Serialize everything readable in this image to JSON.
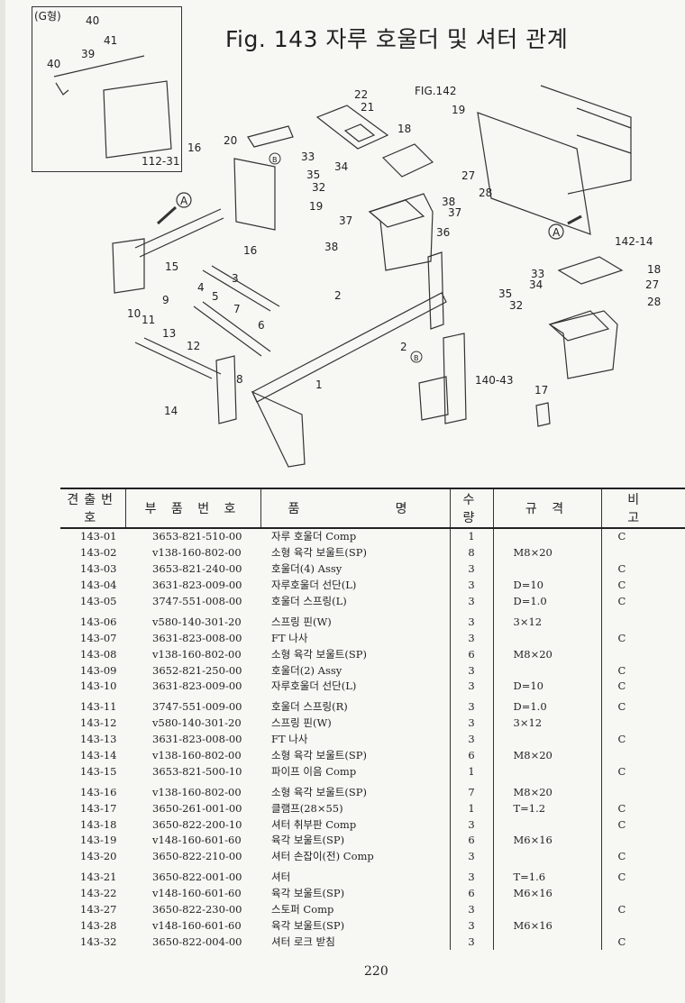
{
  "figure": {
    "title": "Fig. 143  자루 호울더 및 셔터 관계",
    "inset_label": "(G형)",
    "callouts": {
      "c40a": "40",
      "c41": "41",
      "c39": "39",
      "c40b": "40",
      "c112": "112-31",
      "c22": "22",
      "c21": "21",
      "fig142": "FIG.142",
      "c19a": "19",
      "c18a": "18",
      "c20": "20",
      "c16a": "16",
      "c33a": "33",
      "c34a": "34",
      "c35a": "35",
      "c32a": "32",
      "c27a": "27",
      "c28a": "28",
      "c19b": "19",
      "c38a": "38",
      "c37a": "37",
      "c37b": "37",
      "c36": "36",
      "c38b": "38",
      "c16b": "16",
      "c15": "15",
      "cA1": "A",
      "cA2": "A",
      "c142": "142-14",
      "c18b": "18",
      "c33b": "33",
      "c34b": "34",
      "c35b": "35",
      "c32b": "32",
      "c27b": "27",
      "c28b": "28",
      "c3": "3",
      "c4": "4",
      "c5": "5",
      "c7": "7",
      "c6": "6",
      "c9": "9",
      "c10": "10",
      "c11": "11",
      "c13": "13",
      "c12": "12",
      "c2a": "2",
      "c2b": "2",
      "c8": "8",
      "c1": "1",
      "c14": "14",
      "c140": "140-43",
      "c17": "17",
      "cB1": "B",
      "cB2": "B"
    }
  },
  "table": {
    "headers": {
      "no": "견출번호",
      "part": "부 품 번 호",
      "name_a": "품",
      "name_b": "명",
      "qty": "수 량",
      "spec": "규 격",
      "remark": "비 고"
    },
    "rows": [
      {
        "no": "143-01",
        "part": "3653-821-510-00",
        "name": "자루 호울더 Comp",
        "qty": "1",
        "spec": "",
        "remark": "C"
      },
      {
        "no": "143-02",
        "part": "v138-160-802-00",
        "name": "소형 육각 보울트(SP)",
        "qty": "8",
        "spec": "M8×20",
        "remark": ""
      },
      {
        "no": "143-03",
        "part": "3653-821-240-00",
        "name": "호울더(4) Assy",
        "qty": "3",
        "spec": "",
        "remark": "C"
      },
      {
        "no": "143-04",
        "part": "3631-823-009-00",
        "name": "자루호울더 선단(L)",
        "qty": "3",
        "spec": "D=10",
        "remark": "C"
      },
      {
        "no": "143-05",
        "part": "3747-551-008-00",
        "name": "호울더 스프링(L)",
        "qty": "3",
        "spec": "D=1.0",
        "remark": "C"
      },
      {
        "no": "143-06",
        "part": "v580-140-301-20",
        "name": "스프링 핀(W)",
        "qty": "3",
        "spec": "3×12",
        "remark": ""
      },
      {
        "no": "143-07",
        "part": "3631-823-008-00",
        "name": "FT 나사",
        "qty": "3",
        "spec": "",
        "remark": "C"
      },
      {
        "no": "143-08",
        "part": "v138-160-802-00",
        "name": "소형 육각 보울트(SP)",
        "qty": "6",
        "spec": "M8×20",
        "remark": ""
      },
      {
        "no": "143-09",
        "part": "3652-821-250-00",
        "name": "호울더(2) Assy",
        "qty": "3",
        "spec": "",
        "remark": "C"
      },
      {
        "no": "143-10",
        "part": "3631-823-009-00",
        "name": "자루호울더 선단(L)",
        "qty": "3",
        "spec": "D=10",
        "remark": "C"
      },
      {
        "no": "143-11",
        "part": "3747-551-009-00",
        "name": "호울더 스프링(R)",
        "qty": "3",
        "spec": "D=1.0",
        "remark": "C"
      },
      {
        "no": "143-12",
        "part": "v580-140-301-20",
        "name": "스프링 핀(W)",
        "qty": "3",
        "spec": "3×12",
        "remark": ""
      },
      {
        "no": "143-13",
        "part": "3631-823-008-00",
        "name": "FT 나사",
        "qty": "3",
        "spec": "",
        "remark": "C"
      },
      {
        "no": "143-14",
        "part": "v138-160-802-00",
        "name": "소형 육각 보울트(SP)",
        "qty": "6",
        "spec": "M8×20",
        "remark": ""
      },
      {
        "no": "143-15",
        "part": "3653-821-500-10",
        "name": "파이프 이음 Comp",
        "qty": "1",
        "spec": "",
        "remark": "C"
      },
      {
        "no": "143-16",
        "part": "v138-160-802-00",
        "name": "소형 육각 보울트(SP)",
        "qty": "7",
        "spec": "M8×20",
        "remark": ""
      },
      {
        "no": "143-17",
        "part": "3650-261-001-00",
        "name": "클램프(28×55)",
        "qty": "1",
        "spec": "T=1.2",
        "remark": "C"
      },
      {
        "no": "143-18",
        "part": "3650-822-200-10",
        "name": "셔터 취부판 Comp",
        "qty": "3",
        "spec": "",
        "remark": "C"
      },
      {
        "no": "143-19",
        "part": "v148-160-601-60",
        "name": "육각 보울트(SP)",
        "qty": "6",
        "spec": "M6×16",
        "remark": ""
      },
      {
        "no": "143-20",
        "part": "3650-822-210-00",
        "name": "셔터 손잡이(전) Comp",
        "qty": "3",
        "spec": "",
        "remark": "C"
      },
      {
        "no": "143-21",
        "part": "3650-822-001-00",
        "name": "셔터",
        "qty": "3",
        "spec": "T=1.6",
        "remark": "C"
      },
      {
        "no": "143-22",
        "part": "v148-160-601-60",
        "name": "육각 보울트(SP)",
        "qty": "6",
        "spec": "M6×16",
        "remark": ""
      },
      {
        "no": "143-27",
        "part": "3650-822-230-00",
        "name": "스토퍼 Comp",
        "qty": "3",
        "spec": "",
        "remark": "C"
      },
      {
        "no": "143-28",
        "part": "v148-160-601-60",
        "name": "육각 보울트(SP)",
        "qty": "3",
        "spec": "M6×16",
        "remark": ""
      },
      {
        "no": "143-32",
        "part": "3650-822-004-00",
        "name": "셔터 로크 받침",
        "qty": "3",
        "spec": "",
        "remark": "C"
      }
    ]
  },
  "page_number": "220"
}
